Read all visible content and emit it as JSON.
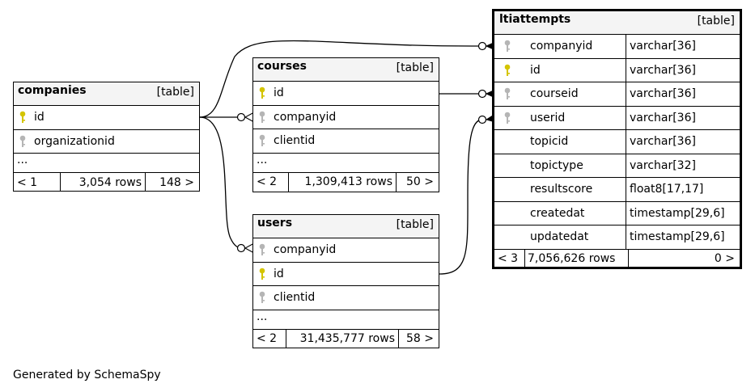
{
  "tables": {
    "companies": {
      "name": "companies",
      "kind": "[table]",
      "columns": [
        {
          "name": "id",
          "key": "primary"
        },
        {
          "name": "organizationid",
          "key": "foreign"
        }
      ],
      "ellipsis": "...",
      "footer": {
        "parents": "< 1",
        "rows": "3,054 rows",
        "children": "148 >"
      }
    },
    "courses": {
      "name": "courses",
      "kind": "[table]",
      "columns": [
        {
          "name": "id",
          "key": "primary"
        },
        {
          "name": "companyid",
          "key": "foreign"
        },
        {
          "name": "clientid",
          "key": "foreign"
        }
      ],
      "ellipsis": "...",
      "footer": {
        "parents": "< 2",
        "rows": "1,309,413 rows",
        "children": "50 >"
      }
    },
    "users": {
      "name": "users",
      "kind": "[table]",
      "columns": [
        {
          "name": "companyid",
          "key": "foreign"
        },
        {
          "name": "id",
          "key": "primary"
        },
        {
          "name": "clientid",
          "key": "foreign"
        }
      ],
      "ellipsis": "...",
      "footer": {
        "parents": "< 2",
        "rows": "31,435,777 rows",
        "children": "58 >"
      }
    },
    "ltiattempts": {
      "name": "ltiattempts",
      "kind": "[table]",
      "columns": [
        {
          "name": "companyid",
          "type": "varchar[36]",
          "key": "foreign"
        },
        {
          "name": "id",
          "type": "varchar[36]",
          "key": "primary"
        },
        {
          "name": "courseid",
          "type": "varchar[36]",
          "key": "foreign"
        },
        {
          "name": "userid",
          "type": "varchar[36]",
          "key": "foreign"
        },
        {
          "name": "topicid",
          "type": "varchar[36]",
          "key": "none"
        },
        {
          "name": "topictype",
          "type": "varchar[32]",
          "key": "none"
        },
        {
          "name": "resultscore",
          "type": "float8[17,17]",
          "key": "none"
        },
        {
          "name": "createdat",
          "type": "timestamp[29,6]",
          "key": "none"
        },
        {
          "name": "updatedat",
          "type": "timestamp[29,6]",
          "key": "none"
        }
      ],
      "footer": {
        "parents": "< 3",
        "rows": "7,056,626 rows",
        "children": "0 >"
      }
    }
  },
  "colors": {
    "primary_key": "#d4c400",
    "foreign_key": "#b5b5b5",
    "header_bg": "#f4f4f4",
    "line": "#000000"
  },
  "icons": {
    "primary_key": "key-icon",
    "foreign_key": "key-icon"
  },
  "generated_by": "Generated by SchemaSpy"
}
